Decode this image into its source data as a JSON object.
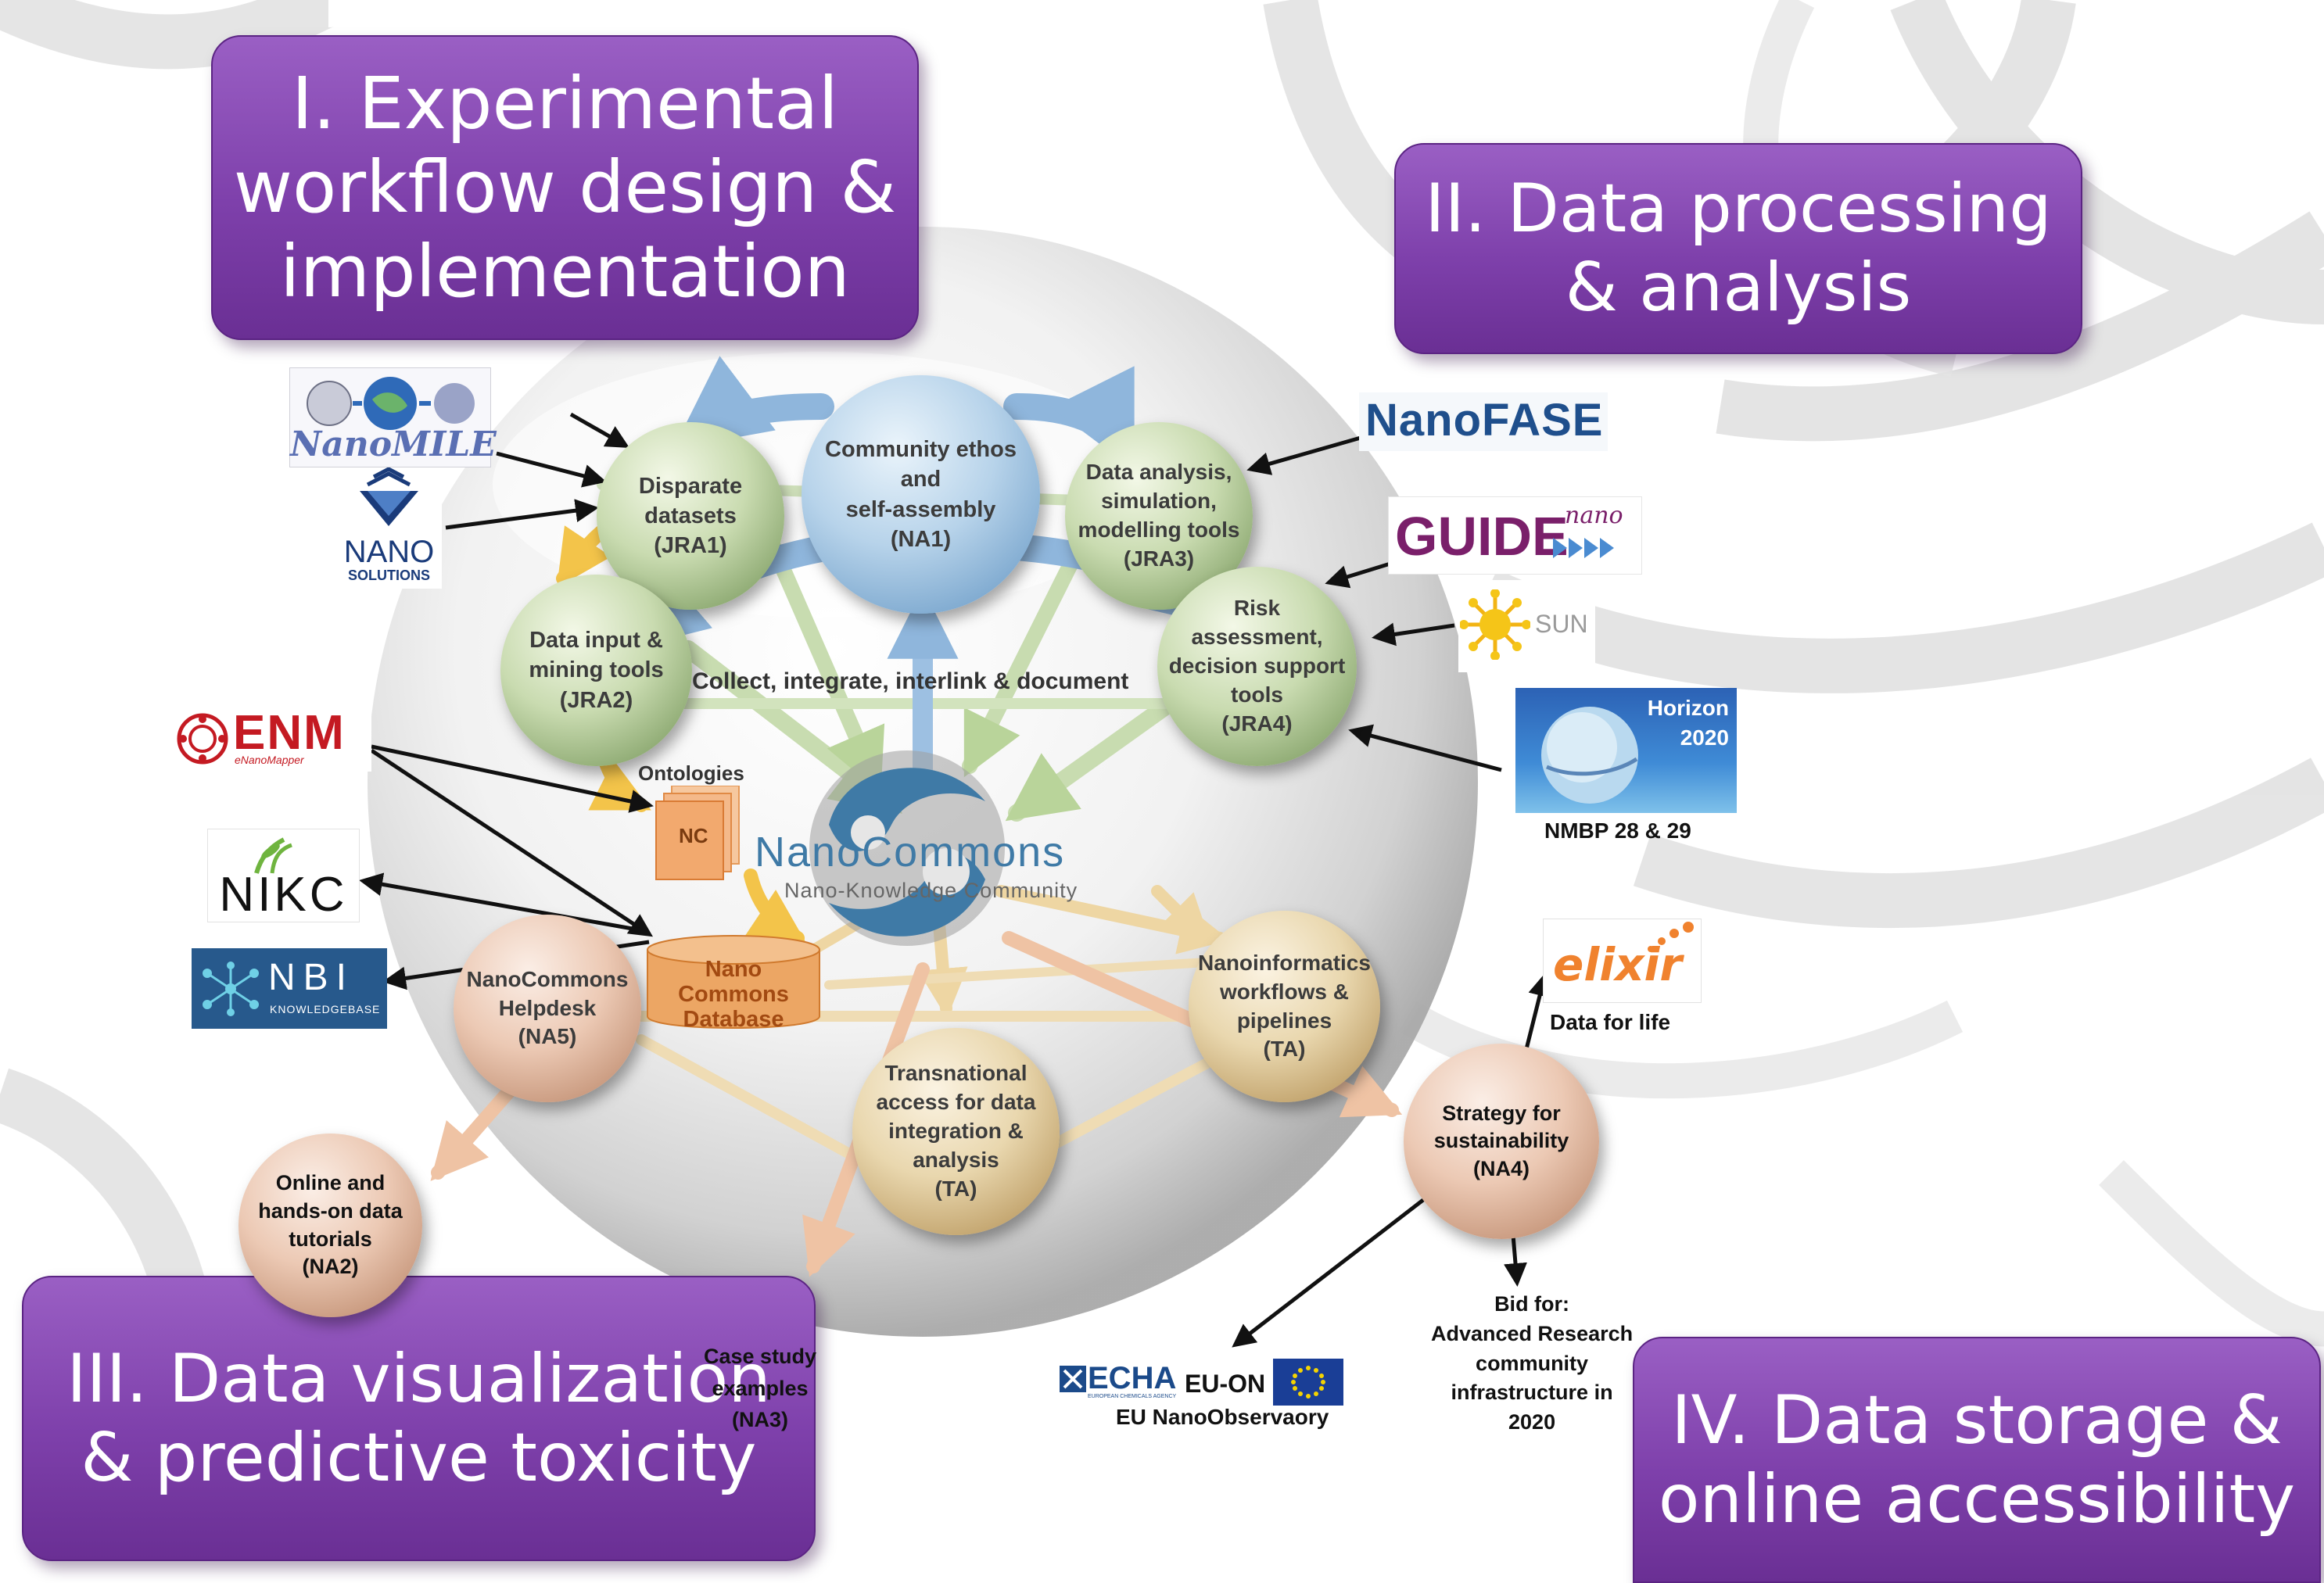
{
  "themes": {
    "one": {
      "lines": [
        "I. Experimental",
        "workflow design &",
        "implementation"
      ]
    },
    "two": {
      "lines": [
        "II. Data processing",
        "& analysis"
      ]
    },
    "three": {
      "lines": [
        "III. Data visualization",
        "& predictive toxicity"
      ]
    },
    "four": {
      "lines": [
        "IV. Data storage &",
        "online accessibility"
      ]
    }
  },
  "nodes": {
    "na1": {
      "lines": [
        "Community ethos",
        "and",
        "self-assembly",
        "(NA1)"
      ]
    },
    "jra1": {
      "lines": [
        "Disparate",
        "datasets",
        "(JRA1)"
      ]
    },
    "jra2": {
      "lines": [
        "Data input &",
        "mining tools",
        "(JRA2)"
      ]
    },
    "jra3": {
      "lines": [
        "Data analysis,",
        "simulation,",
        "modelling tools",
        "(JRA3)"
      ]
    },
    "jra4": {
      "lines": [
        "Risk",
        "assessment,",
        "decision support",
        "tools",
        "(JRA4)"
      ]
    },
    "na5": {
      "lines": [
        "NanoCommons",
        "Helpdesk",
        "(NA5)"
      ]
    },
    "ta_workflows": {
      "lines": [
        "Nanoinformatics",
        "workflows &",
        "pipelines",
        "(TA)"
      ]
    },
    "ta_access": {
      "lines": [
        "Transnational",
        "access for data",
        "integration &",
        "analysis",
        "(TA)"
      ]
    },
    "na2": {
      "lines": [
        "Online and",
        "hands-on data",
        "tutorials",
        "(NA2)"
      ]
    },
    "na4": {
      "lines": [
        "Strategy for",
        "sustainability",
        "(NA4)"
      ]
    }
  },
  "labels": {
    "collect": "Collect, integrate, interlink & document",
    "ontologies": "Ontologies",
    "nc_box": "NC",
    "database": [
      "Nano",
      "Commons",
      "Database"
    ],
    "nanocommons_title": "NanoCommons",
    "nanocommons_tagline": "Nano-Knowledge Community",
    "case_study": [
      "Case study",
      "examples",
      "(NA3)"
    ],
    "nmbp": "NMBP 28 & 29",
    "data_for_life": "Data for life",
    "bid": [
      "Bid for:",
      "Advanced Research",
      "community",
      "infrastructure in",
      "2020"
    ],
    "eu_observatory": "EU NanoObservaory"
  },
  "logos": {
    "nanomile": "NanoMILE",
    "nano_solutions_top": "NANO",
    "nano_solutions_bottom": "SOLUTIONS",
    "enm_big": "ENM",
    "enm_small": "eNanoMapper",
    "nikc": "NIKC",
    "nbi_big": "NBI",
    "nbi_small": "KNOWLEDGEBASE",
    "nanofase": "NanoFASE",
    "guide_big": "GUIDE",
    "guide_small": "nano",
    "sun": "SUN",
    "horizon_top": "Horizon",
    "horizon_bottom": "2020",
    "elixir": "elixir",
    "echa_big": "ECHA",
    "echa_small": "EUROPEAN CHEMICALS AGENCY",
    "euon": "EU-ON"
  },
  "colors": {
    "theme_purple": "#7e40ab",
    "arrow_blue": "#8fb6dc",
    "arrow_green": "#b9d49a",
    "arrow_orange": "#f3c44a",
    "arrow_peach": "#efc3a4",
    "arrow_cream": "#f2deb0",
    "nanocommons_blue": "#3f7aa6"
  }
}
